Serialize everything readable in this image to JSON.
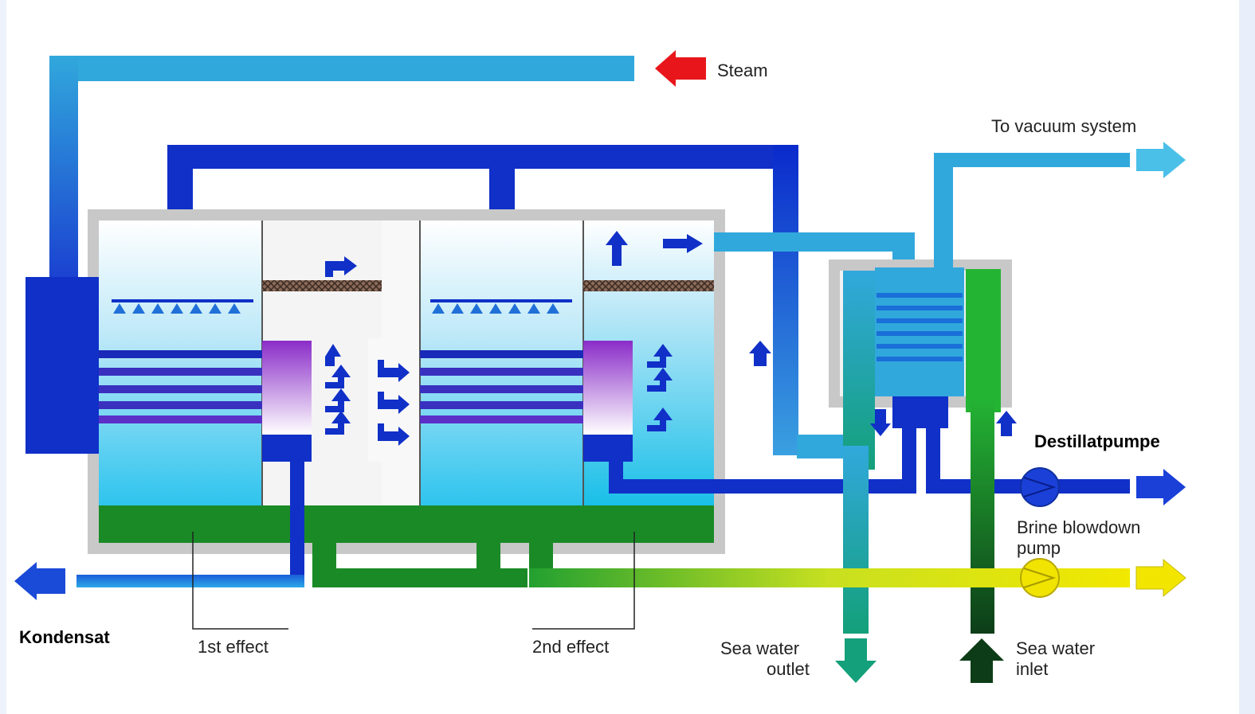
{
  "labels": {
    "steam": "Steam",
    "vacuum": "To vacuum system",
    "destillatpumpe": "Destillatpumpe",
    "brine_line1": "Brine blowdown",
    "brine_line2": "pump",
    "kondensat": "Kondensat",
    "first_effect": "1st effect",
    "second_effect": "2nd effect",
    "sw_outlet_line1": "Sea water",
    "sw_outlet_line2": "outlet",
    "sw_inlet_line1": "Sea water",
    "sw_inlet_line2": "inlet"
  },
  "colors": {
    "steam_arrow": "#e8161b",
    "steam_pipe": "#31a8dc",
    "vapour_pipe": "#1030c8",
    "brine": "#1a8a26",
    "sea_water_in": "#0d3d18",
    "sea_water_out": "#14a07a",
    "blowdown": "#f0e800",
    "vessel_shell": "#c8c8c8"
  },
  "icons": {
    "steam_arrow": "arrow-left-icon",
    "vacuum_arrow": "arrow-right-icon",
    "distillate_pump": "pump-icon",
    "brine_pump": "pump-icon",
    "sw_outlet": "arrow-down-icon",
    "sw_inlet": "arrow-up-icon"
  }
}
